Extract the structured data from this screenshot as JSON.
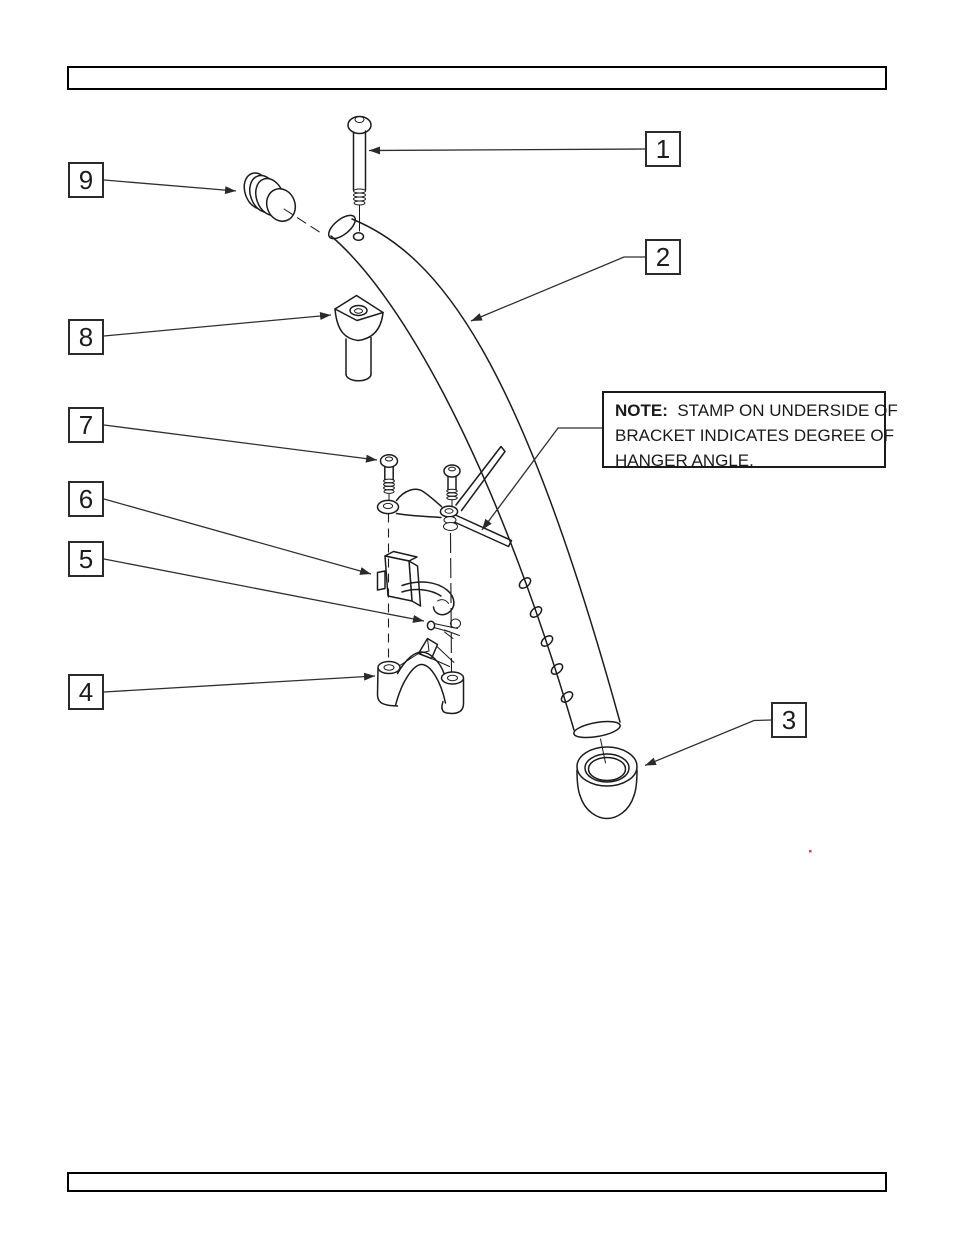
{
  "document": {
    "type": "exploded-parts-diagram-page",
    "header_bar_text": "",
    "footer_bar_text": ""
  },
  "callouts": [
    {
      "number": "1"
    },
    {
      "number": "2"
    },
    {
      "number": "3"
    },
    {
      "number": "4"
    },
    {
      "number": "5"
    },
    {
      "number": "6"
    },
    {
      "number": "7"
    },
    {
      "number": "8"
    },
    {
      "number": "9"
    }
  ],
  "note": {
    "label": "NOTE:",
    "line1_rest": "  STAMP ON UNDERSIDE OF",
    "line2": "BRACKET INDICATES DEGREE OF",
    "line3": "HANGER ANGLE."
  },
  "icons": {
    "arrowhead": "filled-triangle-pointer"
  },
  "colors": {
    "background": "#ffffff",
    "line": "#1c1c1c",
    "leader": "#2f2f2f",
    "bar_border": "#000000",
    "marker_dot": "#cc4444"
  }
}
